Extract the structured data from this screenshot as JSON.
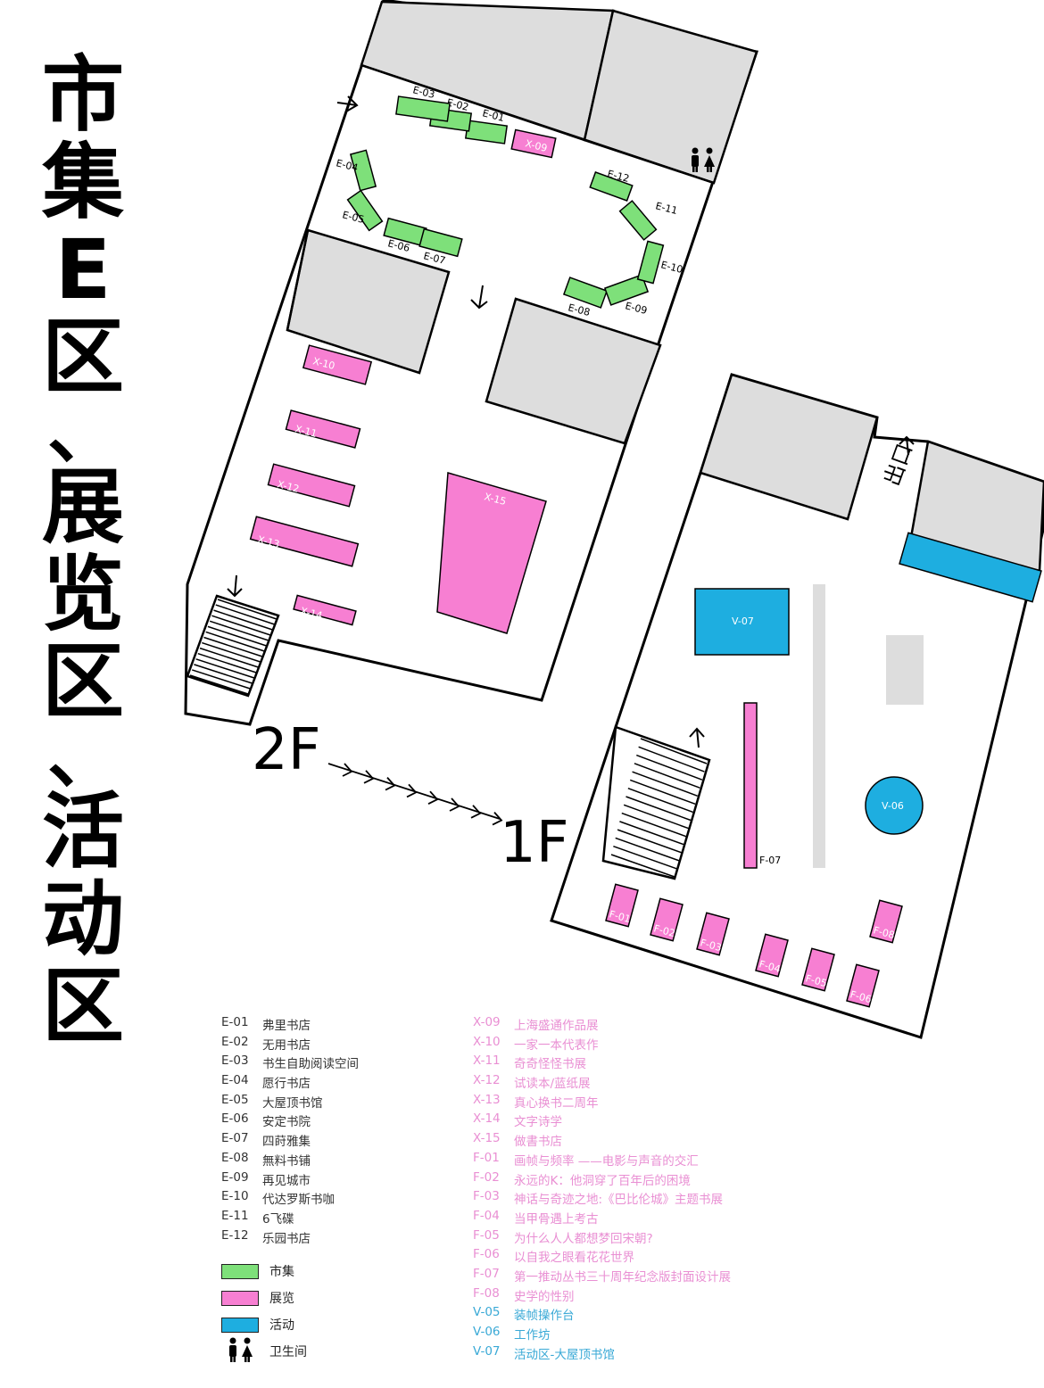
{
  "title_chars": [
    "市",
    "集",
    "E",
    "区",
    "、",
    "展",
    "览",
    "区",
    "、",
    "活",
    "动",
    "区"
  ],
  "floor_labels": {
    "upper": "2F",
    "lower": "1F"
  },
  "exit_label": "出口",
  "colors": {
    "market": "#7ee07a",
    "exhibition": "#f77fd2",
    "activity": "#1eaee0",
    "wall": "#dddddd",
    "market_text": "#333333",
    "exhibition_text": "#e98fd3",
    "activity_text": "#3aa9d6"
  },
  "booths_2f": [
    "E-01",
    "E-02",
    "E-03",
    "E-04",
    "E-05",
    "E-06",
    "E-07",
    "E-08",
    "E-09",
    "E-10",
    "E-11",
    "E-12",
    "X-09",
    "X-10",
    "X-11",
    "X-12",
    "X-13",
    "X-14",
    "X-15"
  ],
  "booths_1f": [
    "F-01",
    "F-02",
    "F-03",
    "F-04",
    "F-05",
    "F-06",
    "F-07",
    "F-08",
    "V-05",
    "V-06",
    "V-07"
  ],
  "legend_market": [
    {
      "code": "E-01",
      "name": "弗里书店"
    },
    {
      "code": "E-02",
      "name": "无用书店"
    },
    {
      "code": "E-03",
      "name": "书生自助阅读空间"
    },
    {
      "code": "E-04",
      "name": "愿行书店"
    },
    {
      "code": "E-05",
      "name": "大屋顶书馆"
    },
    {
      "code": "E-06",
      "name": "安定书院"
    },
    {
      "code": "E-07",
      "name": "四莳雅集"
    },
    {
      "code": "E-08",
      "name": "無料书铺"
    },
    {
      "code": "E-09",
      "name": "再见城市"
    },
    {
      "code": "E-10",
      "name": "代达罗斯书咖"
    },
    {
      "code": "E-11",
      "name": "6飞碟"
    },
    {
      "code": "E-12",
      "name": "乐园书店"
    }
  ],
  "legend_other": [
    {
      "code": "X-09",
      "name": "上海盛通作品展",
      "kind": "exhibition"
    },
    {
      "code": "X-10",
      "name": "一家一本代表作",
      "kind": "exhibition"
    },
    {
      "code": "X-11",
      "name": "奇奇怪怪书展",
      "kind": "exhibition"
    },
    {
      "code": "X-12",
      "name": "试读本/蓝纸展",
      "kind": "exhibition"
    },
    {
      "code": "X-13",
      "name": "真心换书二周年",
      "kind": "exhibition"
    },
    {
      "code": "X-14",
      "name": "文字诗学",
      "kind": "exhibition"
    },
    {
      "code": "X-15",
      "name": "做書书店",
      "kind": "exhibition"
    },
    {
      "code": "F-01",
      "name": "画帧与频率 ——电影与声音的交汇",
      "kind": "exhibition"
    },
    {
      "code": "F-02",
      "name": "永远的K：他洞穿了百年后的困境",
      "kind": "exhibition"
    },
    {
      "code": "F-03",
      "name": "神话与奇迹之地:《巴比伦城》主题书展",
      "kind": "exhibition"
    },
    {
      "code": "F-04",
      "name": "当甲骨遇上考古",
      "kind": "exhibition"
    },
    {
      "code": "F-05",
      "name": "为什么人人都想梦回宋朝?",
      "kind": "exhibition"
    },
    {
      "code": "F-06",
      "name": "以自我之眼看花花世界",
      "kind": "exhibition"
    },
    {
      "code": "F-07",
      "name": "第一推动丛书三十周年纪念版封面设计展",
      "kind": "exhibition"
    },
    {
      "code": "F-08",
      "name": "史学的性别",
      "kind": "exhibition"
    },
    {
      "code": "V-05",
      "name": "装帧操作台",
      "kind": "activity"
    },
    {
      "code": "V-06",
      "name": "工作坊",
      "kind": "activity"
    },
    {
      "code": "V-07",
      "name": "活动区-大屋顶书馆",
      "kind": "activity"
    }
  ],
  "key": [
    {
      "label": "市集",
      "color": "#7ee07a"
    },
    {
      "label": "展览",
      "color": "#f77fd2"
    },
    {
      "label": "活动",
      "color": "#1eaee0"
    },
    {
      "label": "卫生间",
      "icon": "restroom-icon"
    }
  ]
}
